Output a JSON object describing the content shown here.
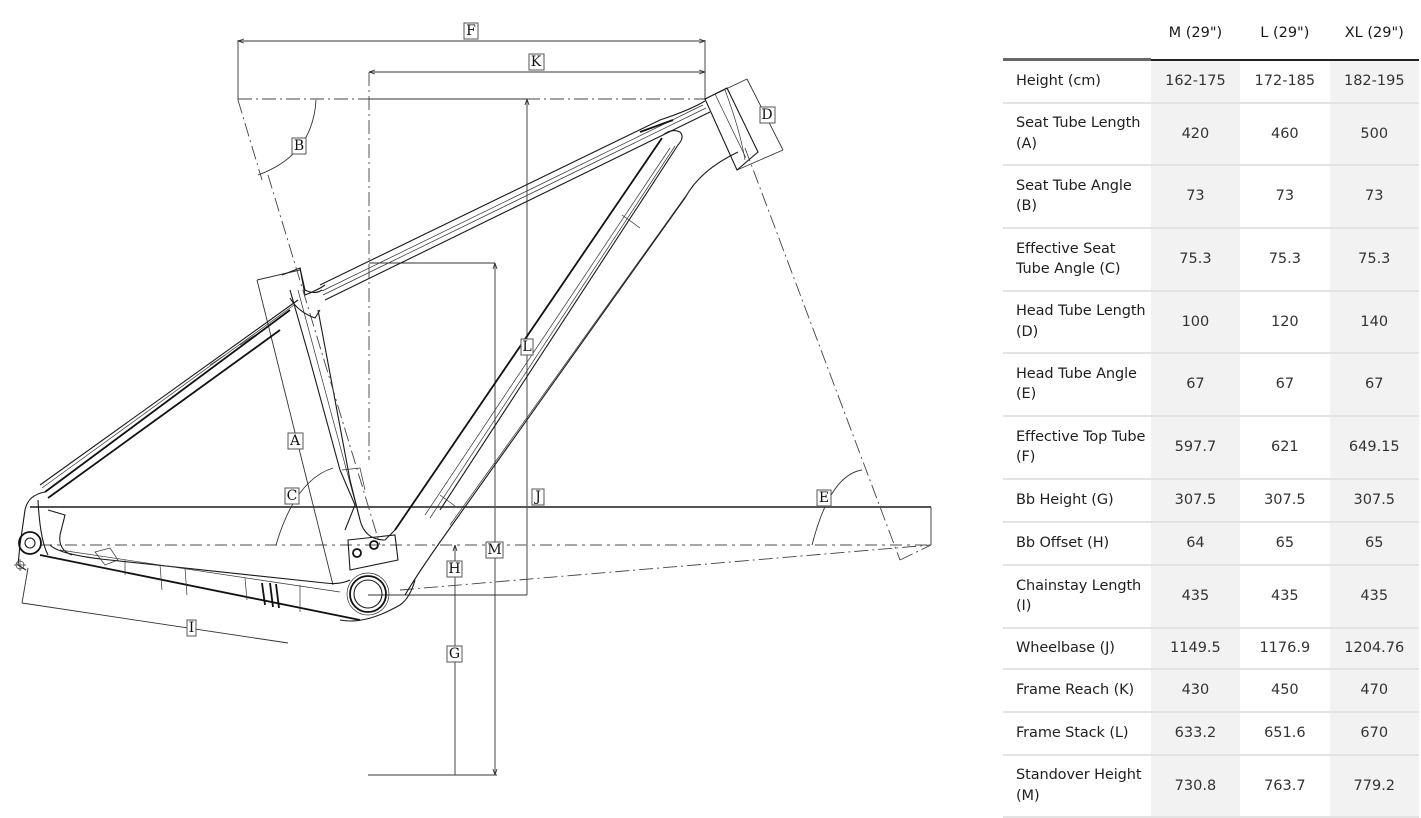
{
  "diagram": {
    "title": "Frame geometry drawing",
    "labels": {
      "A": "A",
      "B": "B",
      "C": "C",
      "D": "D",
      "E": "E",
      "F": "F",
      "G": "G",
      "H": "H",
      "I": "I",
      "J": "J",
      "K": "K",
      "L": "L",
      "M": "M"
    }
  },
  "table": {
    "columns": [
      "M (29\")",
      "L (29\")",
      "XL (29\")"
    ],
    "rows": [
      {
        "label": "Height (cm)",
        "values": [
          "162-175",
          "172-185",
          "182-195"
        ]
      },
      {
        "label": "Seat Tube Length (A)",
        "values": [
          "420",
          "460",
          "500"
        ]
      },
      {
        "label": "Seat Tube Angle (B)",
        "values": [
          "73",
          "73",
          "73"
        ]
      },
      {
        "label": "Effective Seat Tube Angle (C)",
        "values": [
          "75.3",
          "75.3",
          "75.3"
        ]
      },
      {
        "label": "Head Tube Length (D)",
        "values": [
          "100",
          "120",
          "140"
        ]
      },
      {
        "label": "Head Tube Angle (E)",
        "values": [
          "67",
          "67",
          "67"
        ]
      },
      {
        "label": "Effective Top Tube (F)",
        "values": [
          "597.7",
          "621",
          "649.15"
        ]
      },
      {
        "label": "Bb Height (G)",
        "values": [
          "307.5",
          "307.5",
          "307.5"
        ]
      },
      {
        "label": "Bb Offset (H)",
        "values": [
          "64",
          "65",
          "65"
        ]
      },
      {
        "label": "Chainstay Length (I)",
        "values": [
          "435",
          "435",
          "435"
        ]
      },
      {
        "label": "Wheelbase (J)",
        "values": [
          "1149.5",
          "1176.9",
          "1204.76"
        ]
      },
      {
        "label": "Frame Reach (K)",
        "values": [
          "430",
          "450",
          "470"
        ]
      },
      {
        "label": "Frame Stack (L)",
        "values": [
          "633.2",
          "651.6",
          "670"
        ]
      },
      {
        "label": "Standover Height (M)",
        "values": [
          "730.8",
          "763.7",
          "779.2"
        ]
      }
    ],
    "colors": {
      "shaded_column": "#f2f2f2",
      "row_divider": "#e3e3e3",
      "header_rule": "#222222"
    }
  }
}
